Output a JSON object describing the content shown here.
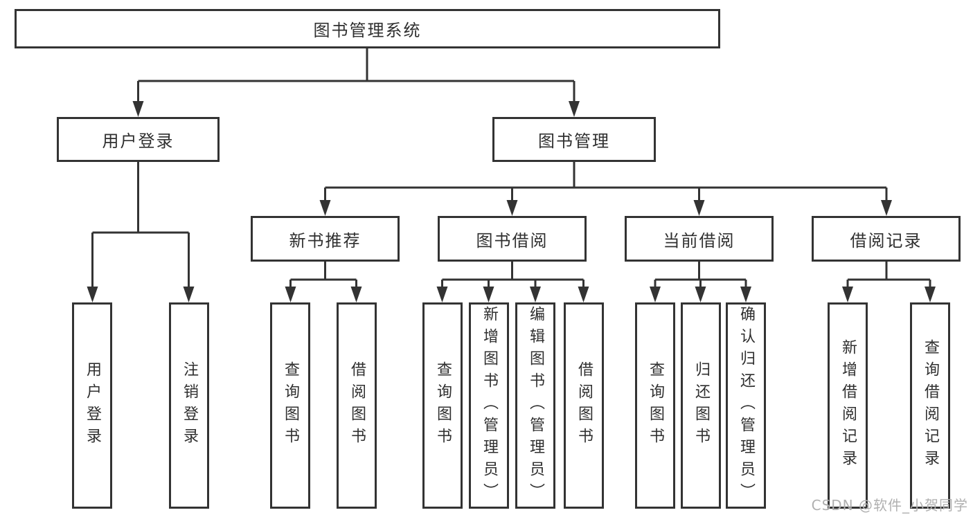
{
  "diagram": {
    "type": "tree",
    "watermark": "CSDN @软件_小贺同学",
    "colors": {
      "line": "#333333",
      "box_border": "#333333",
      "box_fill": "#ffffff",
      "text": "#2f2f2f",
      "watermark": "#b0b0b0",
      "background": "#ffffff"
    },
    "tree": {
      "label": "图书管理系统",
      "children": [
        {
          "label": "用户登录",
          "children": [
            {
              "label": "用户登录"
            },
            {
              "label": "注销登录"
            }
          ]
        },
        {
          "label": "图书管理",
          "children": [
            {
              "label": "新书推荐",
              "children": [
                {
                  "label": "查询图书"
                },
                {
                  "label": "借阅图书"
                }
              ]
            },
            {
              "label": "图书借阅",
              "children": [
                {
                  "label": "查询图书"
                },
                {
                  "label": "新增图书（管理员）"
                },
                {
                  "label": "编辑图书（管理员）"
                },
                {
                  "label": "借阅图书"
                }
              ]
            },
            {
              "label": "当前借阅",
              "children": [
                {
                  "label": "查询图书"
                },
                {
                  "label": "归还图书"
                },
                {
                  "label": "确认归还（管理员）"
                }
              ]
            },
            {
              "label": "借阅记录",
              "children": [
                {
                  "label": "新增借阅记录"
                },
                {
                  "label": "查询借阅记录"
                }
              ]
            }
          ]
        }
      ]
    }
  }
}
